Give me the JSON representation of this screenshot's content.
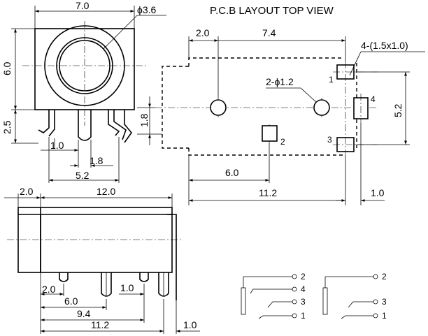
{
  "title": "P.C.B LAYOUT  TOP VIEW",
  "front_view": {
    "width": "7.0",
    "hole_dia": "ϕ3.6",
    "height": "6.0",
    "leg_height": "2.5",
    "pin_pitch_small": "1.0",
    "pin_width": "1.8",
    "pin_span": "5.2"
  },
  "pcb_layout": {
    "left_offset": "2.0",
    "hole_spacing": "7.4",
    "pad_size": "4-(1.5x1.0)",
    "hole_dia": "2-ϕ1.2",
    "vertical_offset": "1.8",
    "pad_span": "5.2",
    "mid_pad_offset": "6.0",
    "total_length": "11.2",
    "edge_offset": "1.0",
    "pins": [
      "1",
      "2",
      "3",
      "4"
    ]
  },
  "side_view": {
    "front": "2.0",
    "body_length": "12.0",
    "pin1": "2.0",
    "pin2": "6.0",
    "pin_gap": "1.0",
    "pin3": "9.4",
    "total": "11.2",
    "edge": "1.0"
  },
  "schematics": [
    {
      "pins": [
        "2",
        "4",
        "3",
        "1"
      ]
    },
    {
      "pins": [
        "2",
        "3",
        "1"
      ]
    }
  ]
}
